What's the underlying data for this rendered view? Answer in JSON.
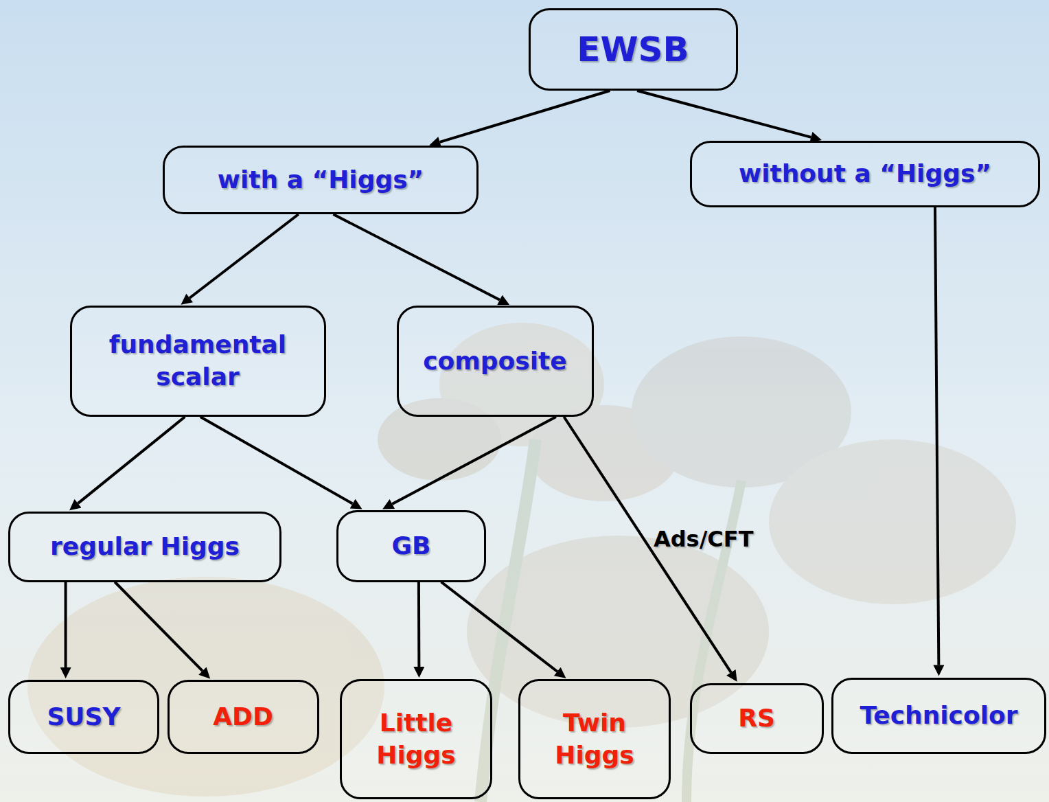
{
  "diagram": {
    "nodes": [
      {
        "text": [
          "EWSB"
        ]
      },
      {
        "text": [
          "with a “Higgs”"
        ]
      },
      {
        "text": [
          "without a “Higgs”"
        ]
      },
      {
        "text": [
          "fundamental scalar"
        ]
      },
      {
        "text": [
          "composite"
        ]
      },
      {
        "text": [
          "regular Higgs"
        ]
      },
      {
        "text": [
          "GB"
        ]
      },
      {
        "text": [
          "SUSY"
        ]
      },
      {
        "text": [
          "ADD"
        ]
      },
      {
        "text": [
          "Little Higgs"
        ]
      },
      {
        "text": [
          "Twin Higgs"
        ]
      },
      {
        "text": [
          "RS"
        ]
      },
      {
        "text": [
          "Technicolor"
        ]
      }
    ],
    "edges": [
      {
        "from": 0,
        "to": 1,
        "arrow": "to"
      },
      {
        "from": 0,
        "to": 2,
        "arrow": "to"
      },
      {
        "from": 1,
        "to": 3,
        "arrow": "to"
      },
      {
        "from": 1,
        "to": 4,
        "arrow": "to"
      },
      {
        "from": 2,
        "to": 12,
        "arrow": "to"
      },
      {
        "from": 3,
        "to": 5,
        "arrow": "to"
      },
      {
        "from": 3,
        "to": 6,
        "arrow": "to"
      },
      {
        "from": 4,
        "to": 6,
        "arrow": "to"
      },
      {
        "from": 4,
        "to": 11,
        "arrow": "to",
        "label": "Ads/CFT"
      },
      {
        "from": 5,
        "to": 7,
        "arrow": "to"
      },
      {
        "from": 5,
        "to": 8,
        "arrow": "to"
      },
      {
        "from": 6,
        "to": 9,
        "arrow": "to"
      },
      {
        "from": 6,
        "to": 10,
        "arrow": "to"
      }
    ]
  }
}
